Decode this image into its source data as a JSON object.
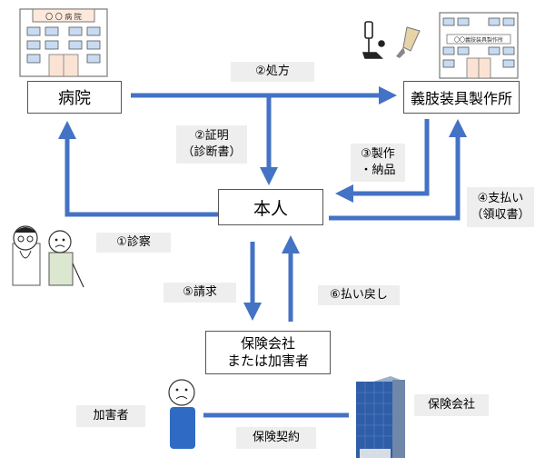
{
  "nodes": {
    "hospital": "病院",
    "hospital_sign": "〇 〇 病 院",
    "maker": "義肢装具製作所",
    "maker_sign": "〇〇義肢装具製作所",
    "person": "本人",
    "insurer": "保険会社\nまたは加害者",
    "insurer_building": "保険会社",
    "perpetrator": "加害者"
  },
  "steps": {
    "exam": "①診察",
    "prescription": "②処方",
    "certificate": "②証明\n（診断書）",
    "manufacture": "③製作\n・納品",
    "payment": "④支払い\n（領収書）",
    "claim": "⑤請求",
    "refund": "⑥払い戻し"
  },
  "contract": "保険契約",
  "colors": {
    "arrow": "#4472c4",
    "label_bg": "#eeeeee",
    "building": "#2f5ea8"
  },
  "icons": [
    "hospital-building-icon",
    "maker-building-icon",
    "prosthetic-leg-icon",
    "prosthetic-arm-icon",
    "doctor-icon",
    "patient-icon",
    "perpetrator-icon",
    "insurance-tower-icon"
  ]
}
